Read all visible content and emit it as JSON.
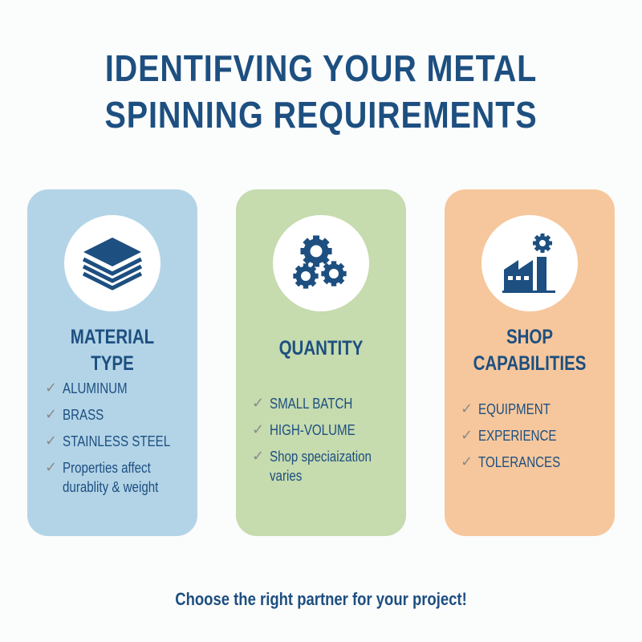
{
  "title": {
    "line1": "IDENTIFVING YOUR METAL",
    "line2": "SPINNING REQUIREMENTS"
  },
  "colors": {
    "background": "#fbfcfc",
    "text_primary": "#1d4f80",
    "checkmark": "#8a8a8a",
    "card_material": "#b3d4e7",
    "card_quantity": "#c6dbae",
    "card_shop": "#f6c79c",
    "icon_circle": "#ffffff"
  },
  "cards": [
    {
      "icon": "layers-icon",
      "heading_line1": "MATERIAL",
      "heading_line2": "TYPE",
      "items": [
        {
          "text": "ALUMINUM"
        },
        {
          "text": "BRASS"
        },
        {
          "text": "STAINLESS STEEL"
        },
        {
          "text_line1": "Properties affect",
          "text_line2": "durablity & weight"
        }
      ]
    },
    {
      "icon": "gears-icon",
      "heading_line1": "QUANTITY",
      "items": [
        {
          "text": "SMALL BATCH"
        },
        {
          "text": "HIGH-VOLUME"
        },
        {
          "text_line1": "Shop speciaization",
          "text_line2": "varies"
        }
      ]
    },
    {
      "icon": "factory-gear-icon",
      "heading_line1": "SHOP",
      "heading_line2": "CAPABILITIES",
      "items": [
        {
          "text": "EQUIPMENT"
        },
        {
          "text": "EXPERIENCE"
        },
        {
          "text": "TOLERANCES"
        }
      ]
    }
  ],
  "check_glyph": "✓",
  "footer": "Choose the right partner for your project!"
}
